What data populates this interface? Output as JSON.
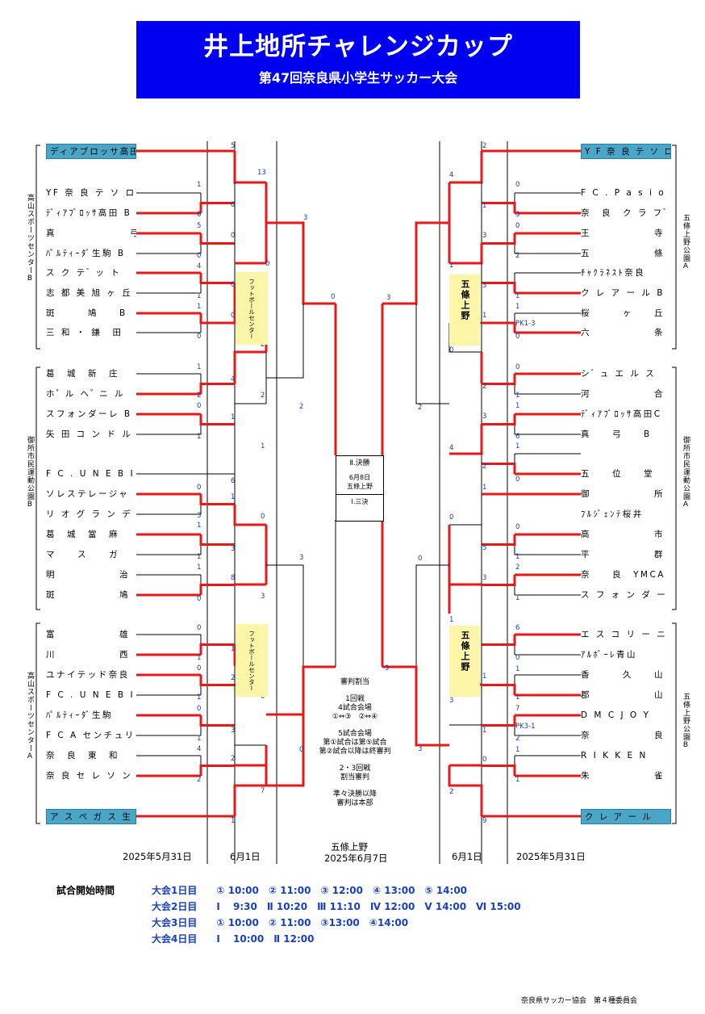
{
  "header": {
    "title": "井上地所チャレンジカップ",
    "subtitle": "第47回奈良県小学生サッカー大会"
  },
  "left_teams": [
    "ディアブロッサ高田",
    "YF 奈 良 テ ソ ロ B",
    "ﾃﾞｨｱﾌﾞﾛｯｻ高田 B",
    "真　　　　　　　弓",
    "ﾊﾟﾙﾃｨｰﾀﾞ生駒 B",
    "ス ク テ ゙ ッ ト",
    "志 都 美 旭 ヶ 丘",
    "斑　　　鳩　　B",
    "三 和 ・ 鎌　田",
    "葛　城　新　庄",
    "ホ ゚ ル へ ゚ ニ ル",
    "スフォンダーレ B",
    "矢 田 コ ン ド ル",
    "F C . U N E B I",
    "ソレステレージャ",
    "リ オ グ ラ ン デ",
    "葛　城　當　麻",
    "マ　　ス　　ガ",
    "明　　　　　　治",
    "斑　　　　　　鳩",
    "富　　　　　　雄",
    "川　　　　　　西",
    "ユナイテッド奈良",
    "F C . U N E B I B",
    "ﾊﾟﾙﾃｨｰﾀﾞ生駒",
    "F C A センチュリー",
    "奈　良　東　和",
    "奈 良 セ レ ソ ン",
    "ア ス ペ ガ ス 生 駒"
  ],
  "right_teams": [
    "Y F 奈 良 テ ソ ロ",
    "F C . P a s i o n",
    "奈　良　ク ラ フ ゙",
    "王　　　　　　寺",
    "五　　　　　　條",
    "ﾁｬｸﾗﾈｽﾄ奈良",
    "ク レ ア ー ル B",
    "桜　　　ヶ　　丘",
    "六　　　　　　条",
    "シ ゙ ュ エ ル ス",
    "河　　　　　　合",
    "ﾃﾞｨｱﾌﾞﾛｯｻ高田C",
    "真　　弓　　B",
    "五　　位　　堂",
    "御　　　　　　所",
    "ﾌﾙｼﾞｪﾝﾃ桜井",
    "高　　　　　　市",
    "平　　　　　　群",
    "奈　　良　YMCA",
    "ス フ ォ ン ダ ー レ",
    "エ ス コ リ ー ニ ャ",
    "ｱﾙﾎﾞｰﾚ青山",
    "香　　　久　　山",
    "郡　　　　　　山",
    "D M C J O Y",
    "奈　　　　　　良",
    "R I K K E N",
    "朱　　　　　　雀",
    "ク レ ア ー ル"
  ],
  "venues": {
    "left_top": "高山スポーツセンターB",
    "left_mid": "御所市民運動公園B",
    "left_bot": "高山スポーツセンターA",
    "right_top": "五條上野公園A",
    "right_mid": "御所市民運動公園A",
    "right_bot": "五條上野公園B",
    "futsal": "フットボールセンター",
    "gojo": "五條上野"
  },
  "final": {
    "label": "Ⅱ.決勝",
    "date": "6月8日",
    "place": "五條上野",
    "third": "Ⅰ.三決"
  },
  "referee": [
    "審判割当",
    "1回戦",
    "4試合会場",
    "①⇔③　②⇔④",
    "5試合会場",
    "第①試合は第⑤試合",
    "第②試合以降は終審判",
    "2・3回戦",
    "割当審判",
    "準々決勝以降",
    "審判は本部"
  ],
  "dates": {
    "d1": "2025年5月31日",
    "d2": "6月1日",
    "d3": "五條上野",
    "d3b": "2025年6月7日",
    "d4": "6月1日",
    "d5": "2025年5月31日"
  },
  "pk": {
    "a": "PK1-3",
    "b": "PK3-1"
  },
  "schedule": {
    "label": "試合開始時間",
    "rows": [
      "大会1日目　　①  10:00　②  11:00　③  12:00　④  13:00　⑤  14:00",
      "大会2日目　　Ⅰ　 9:30　Ⅱ  10:20　Ⅲ  11:10　Ⅳ  12:00　Ⅴ  14:00　Ⅵ  15:00",
      "大会3日目　　①  10:00　②  11:00　③13:00　④14:00",
      "大会4日目　　Ⅰ　 10:00　Ⅱ  12:00"
    ]
  },
  "footer": "奈良県サッカー協会　第４種委員会",
  "left_scores": [
    "5",
    "13",
    "0",
    "0",
    "1",
    "6",
    "5",
    "0",
    "0",
    "4",
    "0",
    "1",
    "1",
    "0",
    "0",
    "2",
    "3",
    "0",
    "4",
    "1",
    "2",
    "2",
    "1",
    "0",
    "1",
    "1",
    "2",
    "6",
    "0",
    "1",
    "3",
    "0",
    "1",
    "3",
    "1",
    "1",
    "8",
    "0",
    "3",
    "3",
    "0",
    "1",
    "1",
    "0",
    "0",
    "2",
    "1",
    "0",
    "3",
    "1",
    "2",
    "4",
    "0",
    "2",
    "7",
    "1"
  ],
  "right_scores": [
    "2",
    "4",
    "0",
    "1",
    "3",
    "3",
    "0",
    "1",
    "3",
    "1",
    "2",
    "0",
    "1",
    "1",
    "0",
    "3",
    "0",
    "2",
    "2",
    "1",
    "1",
    "3",
    "6",
    "2",
    "1",
    "4",
    "0",
    "1",
    "0",
    "0",
    "5",
    "1",
    "2",
    "3",
    "1",
    "0",
    "1",
    "6",
    "0",
    "1",
    "3",
    "1",
    "1",
    "7",
    "1",
    "2",
    "0",
    "1",
    "1",
    "3",
    "2",
    "9",
    "9"
  ]
}
